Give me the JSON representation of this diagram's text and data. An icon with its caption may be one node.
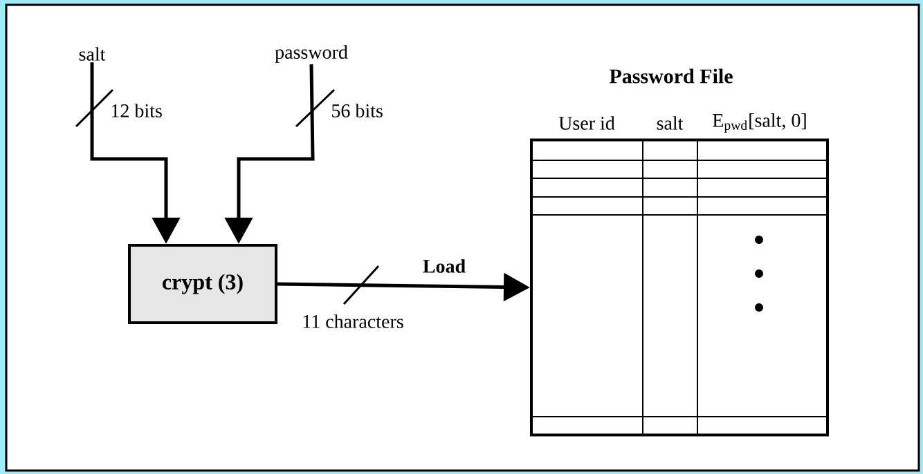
{
  "diagram": {
    "nodes": [
      {
        "text": [
          "salt"
        ]
      },
      {
        "text": [
          "password"
        ]
      },
      {
        "text": [
          "crypt (3)"
        ]
      },
      {
        "text": [
          "Password File",
          "User id",
          "salt",
          "E$_{pwd}$[salt, 0]"
        ]
      }
    ],
    "edges": [
      {
        "from": 0,
        "to": 2,
        "arrow": "to",
        "label": "12 bits"
      },
      {
        "from": 1,
        "to": 2,
        "arrow": "to",
        "label": "56 bits"
      },
      {
        "from": 2,
        "to": 3,
        "arrow": "to",
        "label": "Load"
      }
    ],
    "labels": [
      "11 characters"
    ]
  }
}
